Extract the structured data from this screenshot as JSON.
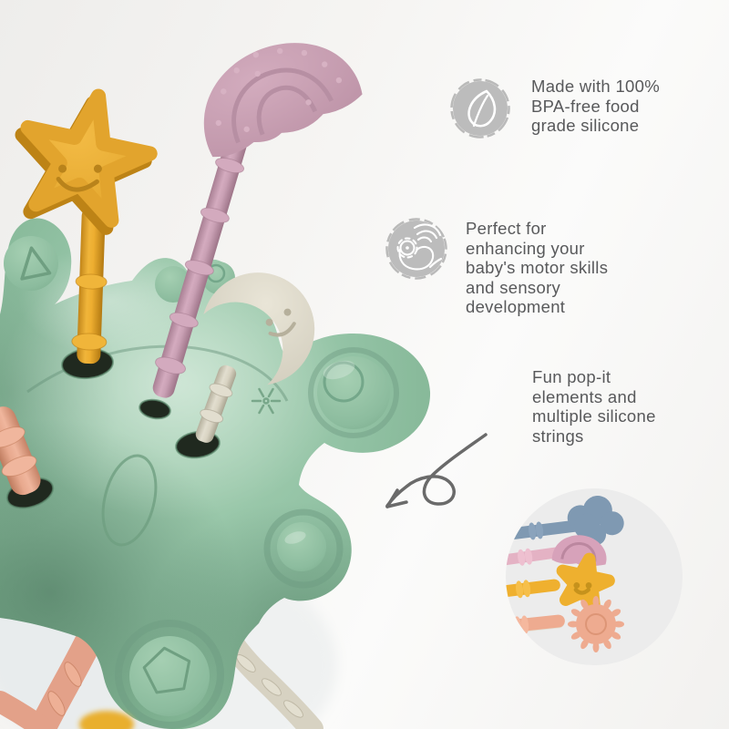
{
  "photo": {
    "alt": "Green silicone pull-string baby sensory toy with smiling star, rainbow and moon sticks, pop-it bubbles and silicone string legs",
    "colors": {
      "toy_body_green": "#8fc0a3",
      "star_yellow": "#e2a42d",
      "rainbow_mauve": "#c7a0b1",
      "moon_greige": "#d8d4c6",
      "string_peach": "#e3a189",
      "string_white": "#d9d5c7",
      "background": "#f5f4f2"
    }
  },
  "callouts": [
    {
      "icon": "leaf-icon",
      "text": "Made with 100%\nBPA-free food\ngrade silicone"
    },
    {
      "icon": "pinch-hand-icon",
      "text": "Perfect for\nenhancing your\nbaby's motor skills\nand sensory\ndevelopment"
    },
    {
      "icon": "",
      "text": "Fun pop-it\nelements and\nmultiple silicone\nstrings"
    }
  ],
  "arrow": {
    "style": "hand-drawn curved arrow with loop",
    "color": "#6a6a6a"
  },
  "inset": {
    "background": "#ececec",
    "strings": [
      {
        "tip": "cloud",
        "color": "#7f99b2"
      },
      {
        "tip": "rainbow",
        "color": "#e4b2c4"
      },
      {
        "tip": "star",
        "color": "#efb02f"
      },
      {
        "tip": "sun",
        "color": "#eeab90"
      }
    ]
  },
  "text_color": "#58595b",
  "icon_circle_color": "#bcbcbc"
}
